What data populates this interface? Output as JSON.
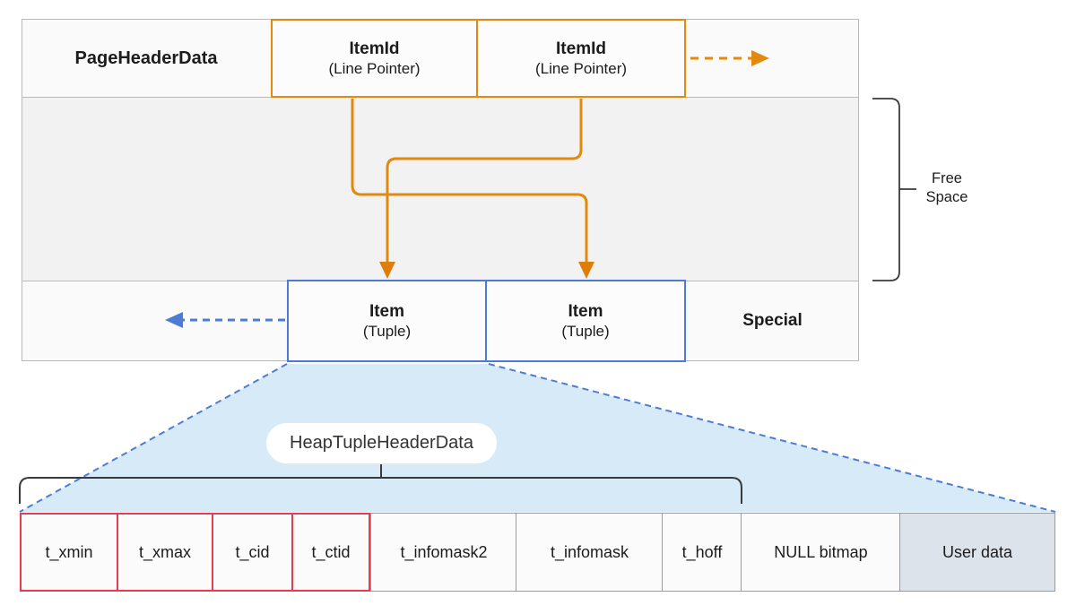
{
  "diagram": {
    "page": {
      "header_label": "PageHeaderData",
      "item_ids": [
        {
          "title": "ItemId",
          "subtitle": "(Line Pointer)"
        },
        {
          "title": "ItemId",
          "subtitle": "(Line Pointer)"
        }
      ],
      "items": [
        {
          "title": "Item",
          "subtitle": "(Tuple)"
        },
        {
          "title": "Item",
          "subtitle": "(Tuple)"
        }
      ],
      "special_label": "Special",
      "free_space_line1": "Free",
      "free_space_line2": "Space"
    },
    "tuple": {
      "header_label": "HeapTupleHeaderData",
      "fields": [
        {
          "label": "t_xmin"
        },
        {
          "label": "t_xmax"
        },
        {
          "label": "t_cid"
        },
        {
          "label": "t_ctid"
        },
        {
          "label": "t_infomask2"
        },
        {
          "label": "t_infomask"
        },
        {
          "label": "t_hoff"
        },
        {
          "label": "NULL bitmap"
        },
        {
          "label": "User data"
        }
      ]
    },
    "colors": {
      "orange": "#E2890F",
      "blue": "#4D7CD6",
      "red": "#E73B52",
      "expansion_fill": "#D7EAF8",
      "user_data_fill": "#DCE3EA",
      "page_fill": "#f2f2f2",
      "bracket_stroke": "#3a3a3a"
    }
  }
}
